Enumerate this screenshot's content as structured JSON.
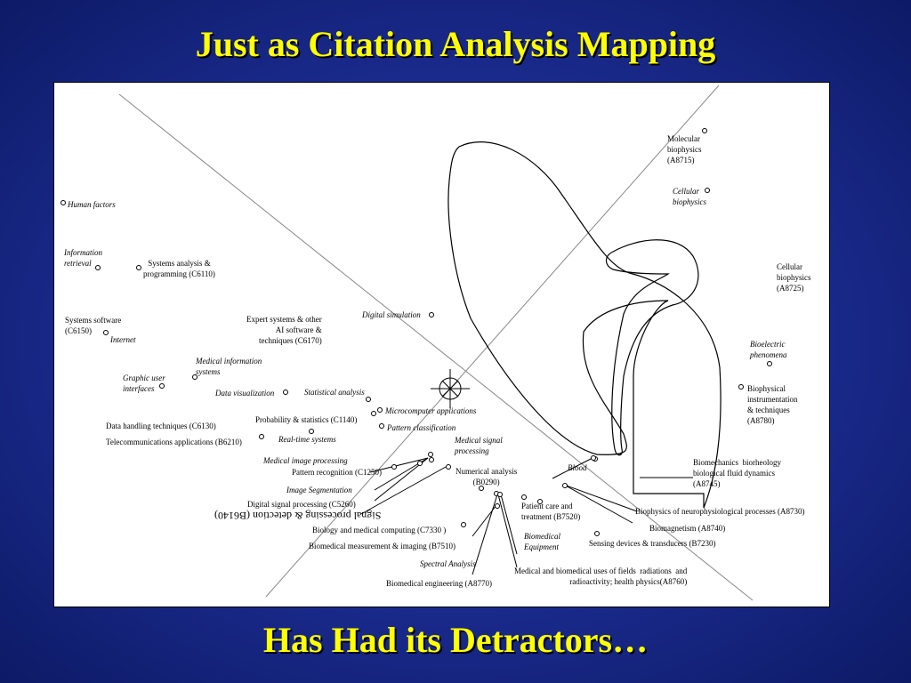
{
  "slide": {
    "title": "Just as Citation Analysis Mapping",
    "subtitle": "Has Had its Detractors…"
  },
  "map": {
    "labels": {
      "human_factors": "Human factors",
      "information_retrieval": "Information\nretrieval",
      "systems_analysis": "Systems analysis &\nprogramming (C6110)",
      "systems_software": "Systems software\n(C6150)",
      "internet": "Internet",
      "expert_systems": "Expert systems & other\nAI software &\ntechniques (C6170)",
      "digital_simulation": "Digital simulation",
      "medical_info_systems": "Medical information\nsystems",
      "graphic_ui": "Graphic user\ninterfaces",
      "data_visualization": "Data visualization",
      "statistical_analysis": "Statistical analysis",
      "microcomputer_apps": "Microcomputer applications",
      "probability_stats": "Probability & statistics (C1140)",
      "pattern_classification": "Pattern classification",
      "data_handling": "Data handling techniques (C6130)",
      "telecom_apps": "Telecommunications applications (B6210)",
      "real_time_systems": "Real-time systems",
      "medical_signal_processing": "Medical signal\nprocessing",
      "medical_image_processing": "Medical image processing",
      "pattern_recognition": "Pattern recognition (C1250)",
      "numerical_analysis": "Numerical analysis\n(B0290)",
      "blood": "Blood",
      "image_segmentation": "Image Segmentation",
      "digital_signal_processing": "Digital signal processing (C5260)",
      "signal_processing_detection": "Signal processing & detection (B6140)",
      "patient_care": "Patient care and\ntreatment (B7520)",
      "biology_medical_computing": "Biology and medical computing (C7330 )",
      "biomedical_equipment": "Biomedical\nEquipment",
      "biomedical_measurement": "Biomedical measurement & imaging (B7510)",
      "spectral_analysis": "Spectral Analysis",
      "biomedical_engineering": "Biomedical engineering (A8770)",
      "medical_fields": "Medical and biomedical uses of fields  radiations  and\nradioactivity; health physics(A8760)",
      "molecular_biophysics": "Molecular\nbiophysics\n(A8715)",
      "cellular_biophysics_it": "Cellular\nbiophysics",
      "cellular_biophysics": "Cellular\nbiophysics\n(A8725)",
      "bioelectric": "Bioelectric\nphenomena",
      "biophysical_instrumentation": "Biophysical\ninstrumentation\n& techniques\n(A8780)",
      "biomechanics": "Biomechanics  biorheology\nbiological fluid dynamics\n(A8745)",
      "neurophysiological": "Biophysics of neurophysiological processes (A8730)",
      "biomagnetism": "Biomagnetism  (A8740)",
      "sensing_devices": "Sensing devices & transducers (B7230)"
    }
  }
}
